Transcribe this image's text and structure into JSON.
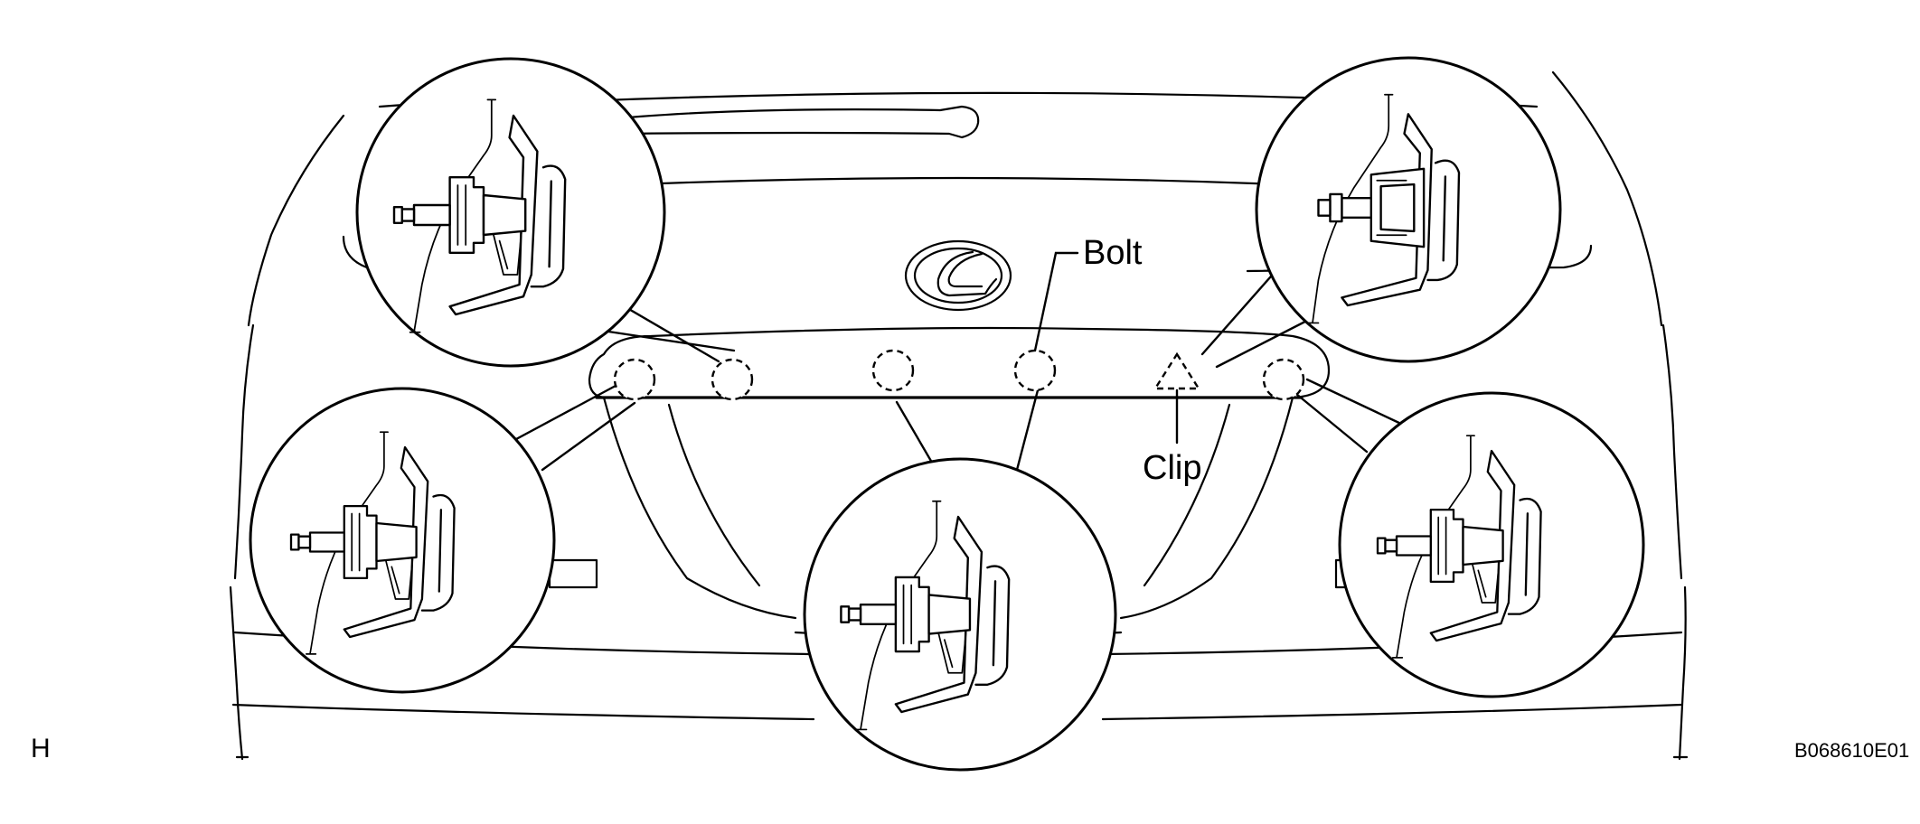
{
  "labels": {
    "bolt": "Bolt",
    "clip": "Clip"
  },
  "corner_mark": "H",
  "figure_code": "B068610E01",
  "icons": [
    "lexus-emblem-icon",
    "bolt-marker-icon",
    "clip-marker-icon",
    "bolt-cross-section-icon",
    "clip-cross-section-icon"
  ],
  "colors": {
    "line": "#000000",
    "background": "#ffffff"
  }
}
